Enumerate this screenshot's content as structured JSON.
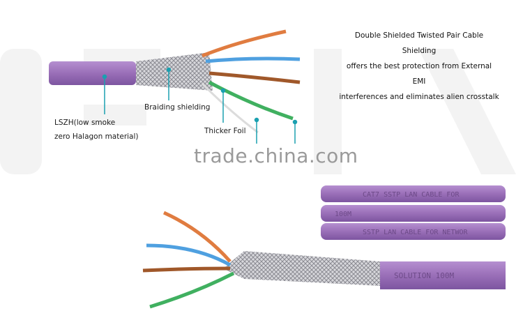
{
  "headline": [
    "Double Shielded Twisted Pair Cable Shielding",
    "offers the best protection from External EMI",
    "interferences and eliminates alien crosstalk"
  ],
  "labels": {
    "lszh": [
      "LSZH(low smoke",
      "zero Halagon material)"
    ],
    "braiding": "Braiding shielding",
    "foil": "Thicker Foil"
  },
  "cable_print": [
    "CAT7 SSTP LAN CABLE FOR",
    "100M",
    "SSTP LAN CABLE FOR NETWOR",
    "SOLUTION 100M"
  ],
  "watermark": "trade.china.com",
  "colors": {
    "cable": "#9a6fb8",
    "leader": "#1aa0b0",
    "braid": "#c8c8cc"
  }
}
